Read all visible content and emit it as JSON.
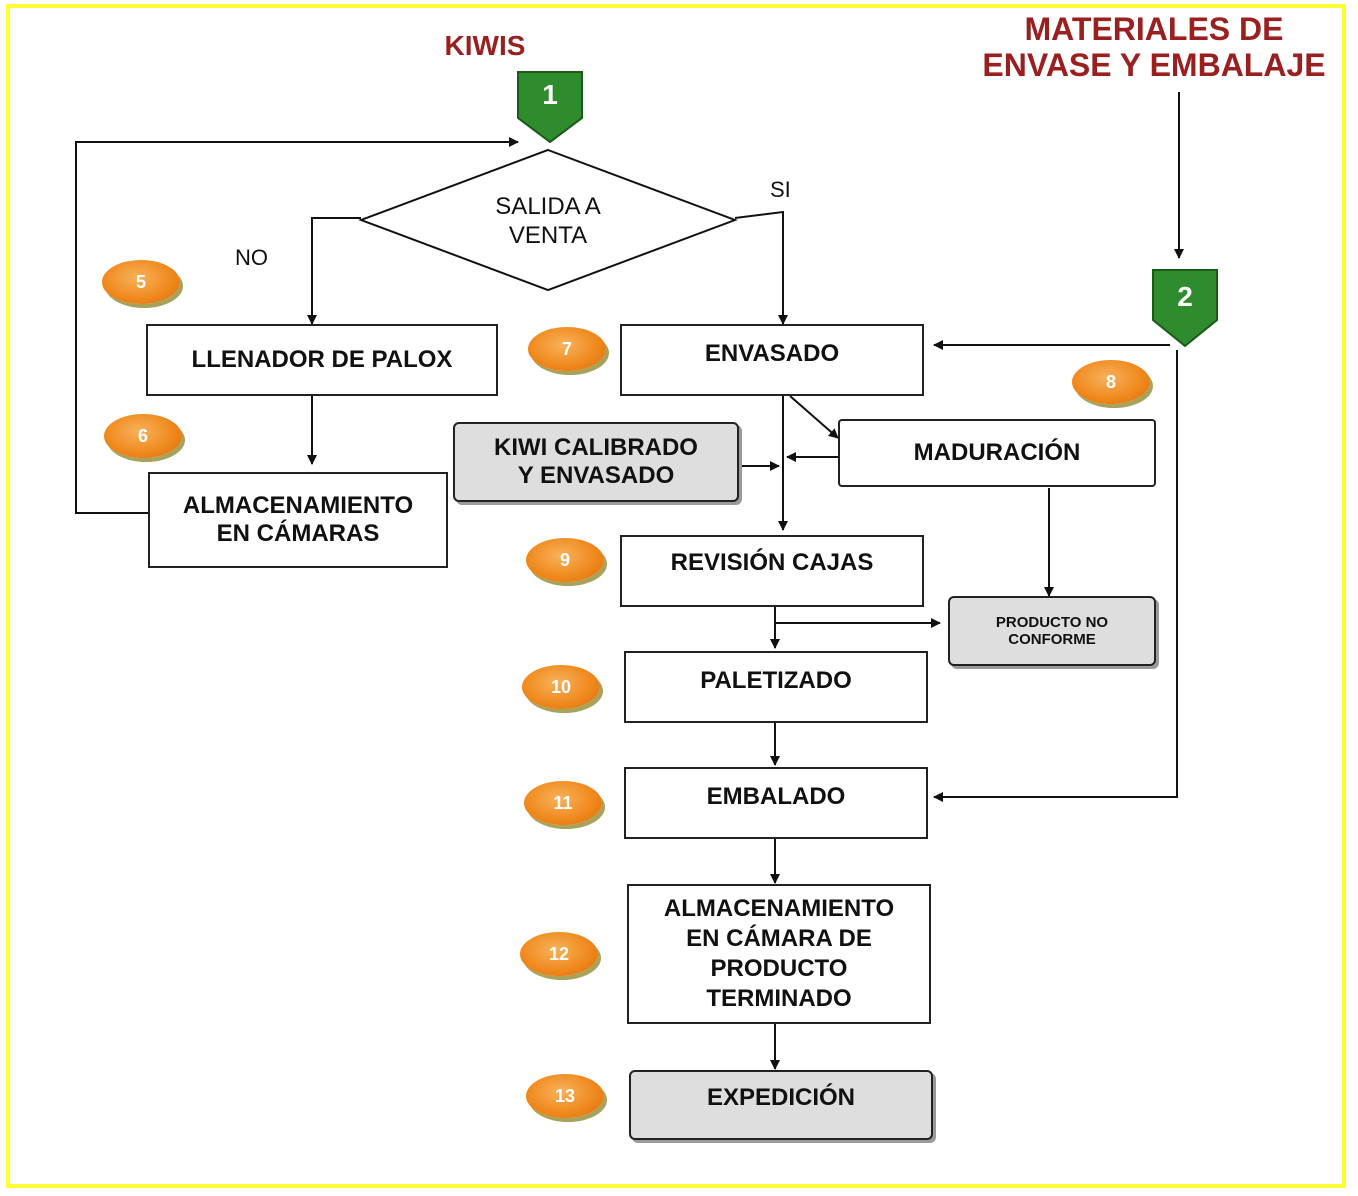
{
  "titles": {
    "kiwis": "KIWIS",
    "materiales": "MATERIALES DE\nENVASE Y EMBALAJE"
  },
  "markers": {
    "kiwis_marker": "1",
    "materiales_marker": "2"
  },
  "decision": {
    "label": "SALIDA A\nVENTA",
    "yes": "SI",
    "no": "NO"
  },
  "boxes": {
    "llenador": "LLENADOR DE PALOX",
    "almacenamiento_camaras": "ALMACENAMIENTO\nEN CÁMARAS",
    "envasado": "ENVASADO",
    "maduracion": "MADURACIÓN",
    "kiwi_calibrado": "KIWI CALIBRADO\nY ENVASADO",
    "revision": "REVISIÓN CAJAS",
    "no_conforme": "PRODUCTO NO\nCONFORME",
    "paletizado": "PALETIZADO",
    "embalado": "EMBALADO",
    "almacenamiento_terminado": "ALMACENAMIENTO\nEN CÁMARA DE\nPRODUCTO\nTERMINADO",
    "expedicion": "EXPEDICIÓN"
  },
  "steps": {
    "s5": "5",
    "s6": "6",
    "s7": "7",
    "s8": "8",
    "s9": "9",
    "s10": "10",
    "s11": "11",
    "s12": "12",
    "s13": "13"
  },
  "colors": {
    "frame": "#ffff33",
    "title": "#9a1f1f",
    "marker_green": "#2e8b2e",
    "badge_orange": "#f08a1e",
    "gray_box": "#dedede"
  }
}
